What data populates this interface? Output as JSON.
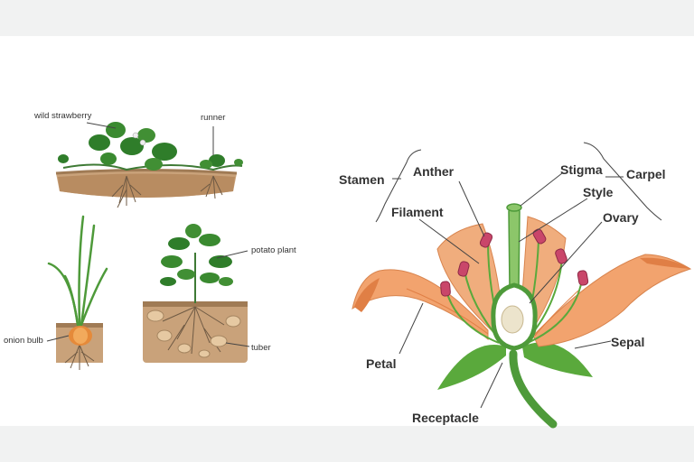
{
  "propagation": {
    "strawberry": "wild strawberry",
    "runner": "runner",
    "onion": "onion bulb",
    "potato": "potato plant",
    "tuber": "tuber"
  },
  "flower": {
    "stamen": "Stamen",
    "anther": "Anther",
    "filament": "Filament",
    "stigma": "Stigma",
    "style": "Style",
    "ovary": "Ovary",
    "carpel": "Carpel",
    "petal": "Petal",
    "sepal": "Sepal",
    "receptacle": "Receptacle"
  },
  "colors": {
    "petal": "#f2a36e",
    "petal_shade": "#e07f45",
    "leaf": "#5aa93c",
    "leaf_dark": "#2f7d2a",
    "soil": "#c9a27a",
    "anther": "#c9466a"
  }
}
